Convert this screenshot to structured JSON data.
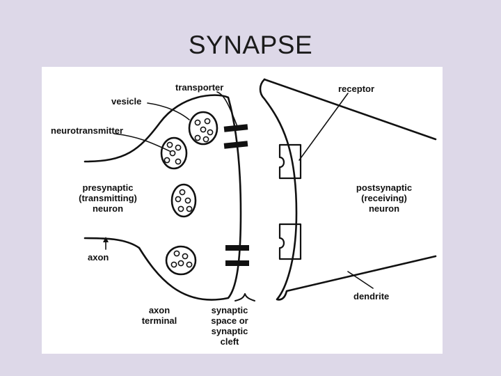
{
  "title": "SYNAPSE",
  "diagram": {
    "labels": {
      "transporter": "transporter",
      "vesicle": "vesicle",
      "neurotransmitter": "neurotransmitter",
      "receptor": "receptor",
      "presynaptic": [
        "presynaptic",
        "(transmitting)",
        "neuron"
      ],
      "postsynaptic": [
        "postsynaptic",
        "(receiving)",
        "neuron"
      ],
      "axon": "axon",
      "axon_terminal": [
        "axon",
        "terminal"
      ],
      "synaptic_cleft": [
        "synaptic",
        "space or",
        "synaptic",
        "cleft"
      ],
      "dendrite": "dendrite"
    }
  }
}
